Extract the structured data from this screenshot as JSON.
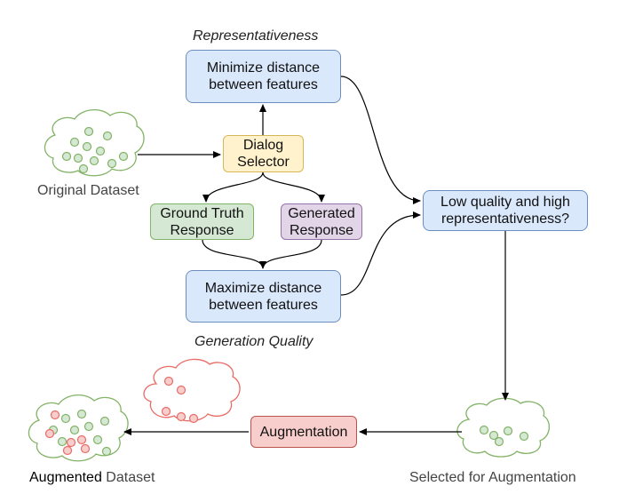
{
  "labels": {
    "representativeness": "Representativeness",
    "generation_quality": "Generation Quality",
    "original_dataset": "Original Dataset",
    "selected_for_augmentation": "Selected for Augmentation",
    "augmented_word": "Augmented",
    "dataset_word": " Dataset"
  },
  "boxes": {
    "minimize_line1": "Minimize distance",
    "minimize_line2": "between features",
    "dialog_line1": "Dialog",
    "dialog_line2": "Selector",
    "ground_line1": "Ground Truth",
    "ground_line2": "Response",
    "generated_line1": "Generated",
    "generated_line2": "Response",
    "maximize_line1": "Maximize distance",
    "maximize_line2": "between features",
    "lowq_line1": "Low quality and high",
    "lowq_line2": "representativeness?",
    "augmentation": "Augmentation"
  },
  "colors": {
    "blue_fill": "#dae8fc",
    "yellow_fill": "#fff2cc",
    "green_fill": "#d5e8d4",
    "purple_fill": "#e1d5e7",
    "red_fill": "#f8cecc",
    "cloud_green_stroke": "#82b366",
    "cloud_red_stroke": "#ea6b66"
  }
}
